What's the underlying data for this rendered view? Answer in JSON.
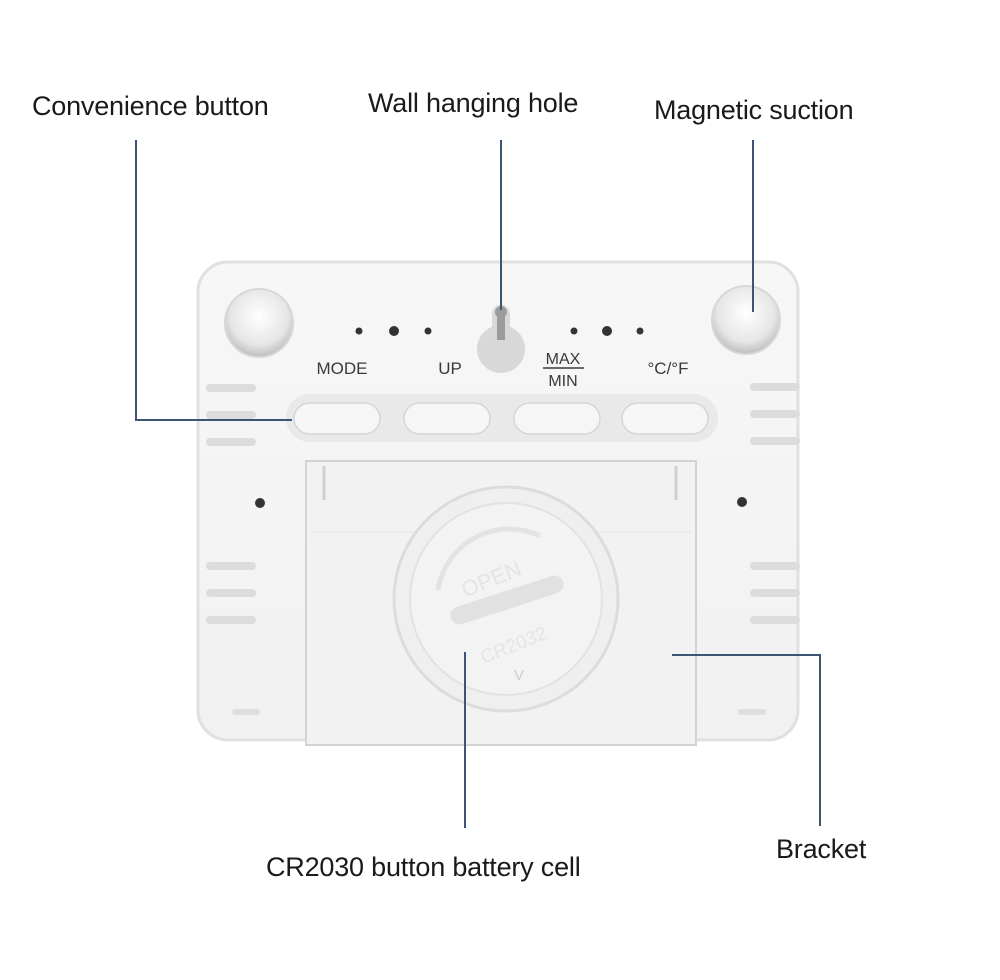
{
  "callouts": {
    "convenience_button": "Convenience button",
    "wall_hanging_hole": "Wall hanging hole",
    "magnetic_suction": "Magnetic suction",
    "battery_cell": "CR2030 button battery cell",
    "bracket": "Bracket"
  },
  "device": {
    "buttons": [
      "MODE",
      "UP",
      "MAX",
      "MIN",
      "°C/°F"
    ],
    "battery_cover": {
      "open_text": "OPEN",
      "model_text": "CR2032",
      "arrow": "V"
    }
  },
  "colors": {
    "leader_line": "#3b5573",
    "device_body": "#f4f4f4",
    "device_edge": "#e2e2e2"
  }
}
